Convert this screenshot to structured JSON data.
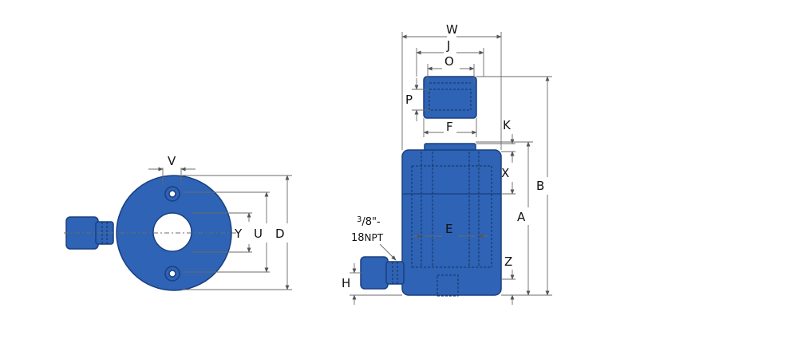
{
  "colors": {
    "body_fill": "#2e63b5",
    "body_stroke": "#1a3f7f",
    "dimension_line": "#6b6b6b",
    "hidden_line": "#16305e",
    "bore_fill": "#ffffff"
  },
  "labels": {
    "v": "V",
    "y": "Y",
    "u": "U",
    "d": "D",
    "w": "W",
    "j": "J",
    "o": "O",
    "p": "P",
    "f": "F",
    "k": "K",
    "x": "X",
    "b": "B",
    "a": "A",
    "e": "E",
    "z": "Z",
    "h": "H"
  },
  "port_note": {
    "sup": "3",
    "fraction": "/8\"-",
    "size": "18",
    "thread": "NPT"
  }
}
